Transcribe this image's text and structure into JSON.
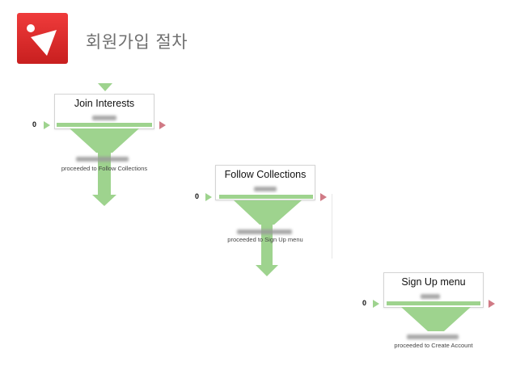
{
  "slide": {
    "title": "회원가입 절차",
    "logo_icon": "location-arrow-icon",
    "colors": {
      "logo_red": "#d82a2a",
      "funnel_green": "#9ed38e",
      "exit_red": "#d07a85"
    }
  },
  "steps": [
    {
      "name": "Join Interests",
      "entry_count": "0",
      "proceeded_text": "proceeded to Follow Collections"
    },
    {
      "name": "Follow Collections",
      "entry_count": "0",
      "proceeded_text": "proceeded to Sign Up menu"
    },
    {
      "name": "Sign Up menu",
      "entry_count": "0",
      "proceeded_text": "proceeded to Create Account"
    }
  ]
}
